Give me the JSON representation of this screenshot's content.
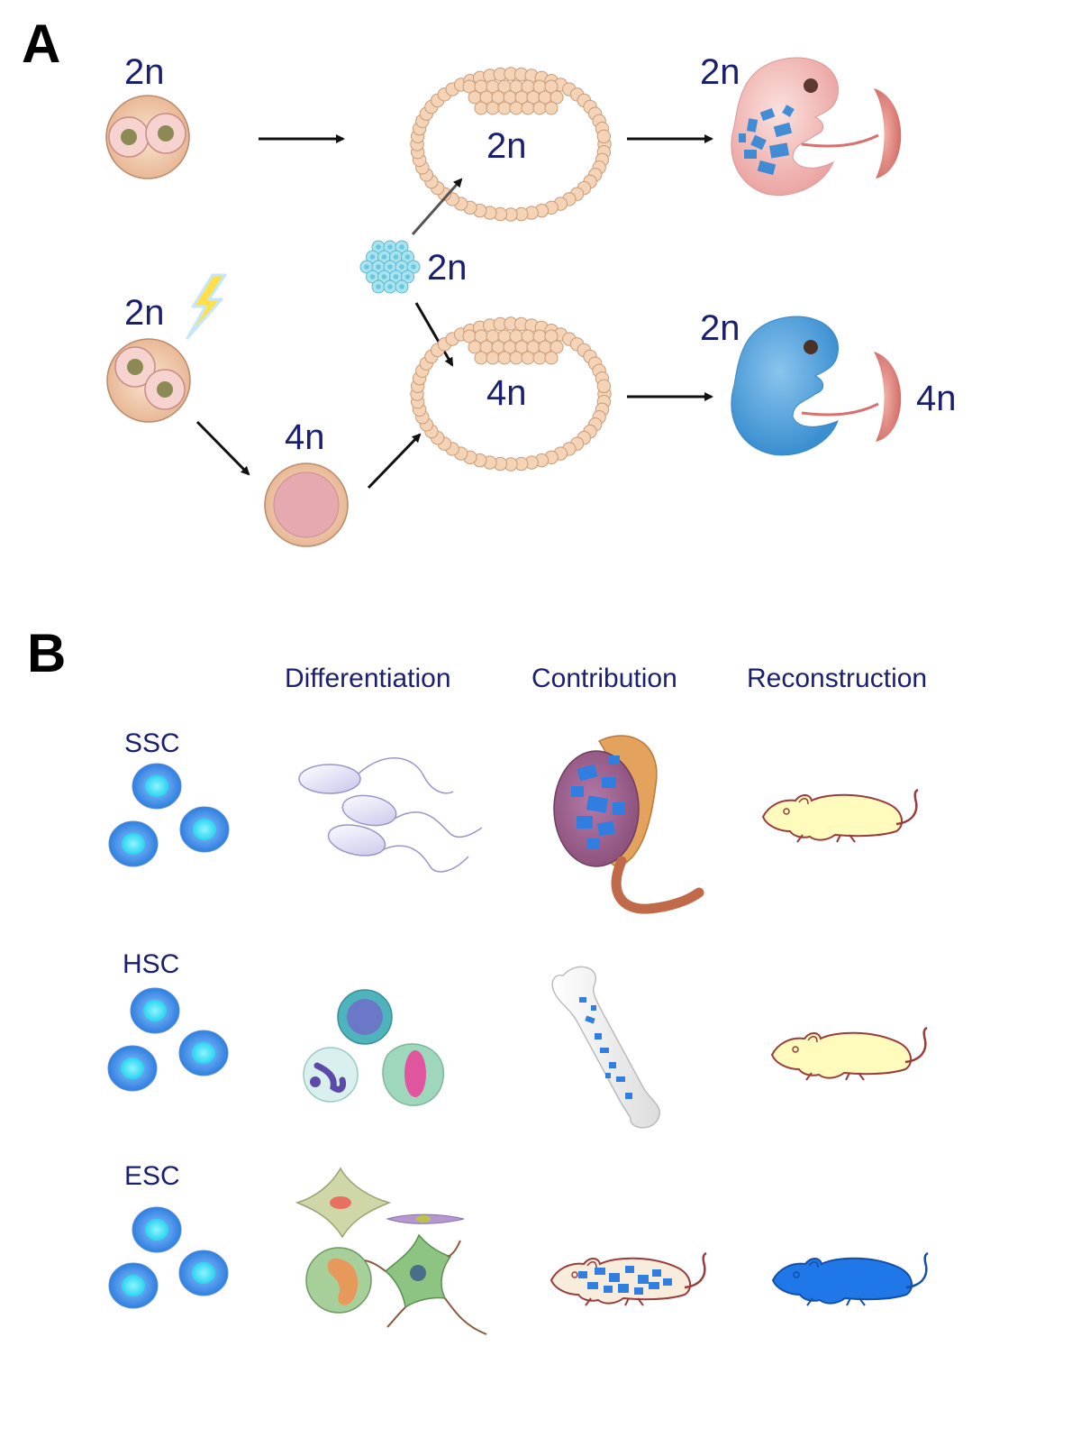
{
  "panel_a": {
    "letter": "A",
    "labels": {
      "zygote_top": "2n",
      "blastocyst_top": "2n",
      "embryo_top": "2n",
      "zygote_bottom": "2n",
      "es_cells": "2n",
      "tetraploid_embryo": "4n",
      "blastocyst_bottom": "4n",
      "embryo_bottom": "2n",
      "placenta_bottom": "4n"
    }
  },
  "panel_b": {
    "letter": "B",
    "columns": [
      "Differentiation",
      "Contribution",
      "Reconstruction"
    ],
    "rows": [
      "SSC",
      "HSC",
      "ESC"
    ]
  },
  "colors": {
    "text": "#1a1f6e",
    "stem_cell": "#3d8fe6",
    "stem_nucleus": "#4fe0f2",
    "chimera_blue": "#2f86d6",
    "mouse_cream": "#fffbbd",
    "mouse_blue": "#1f77e8"
  }
}
